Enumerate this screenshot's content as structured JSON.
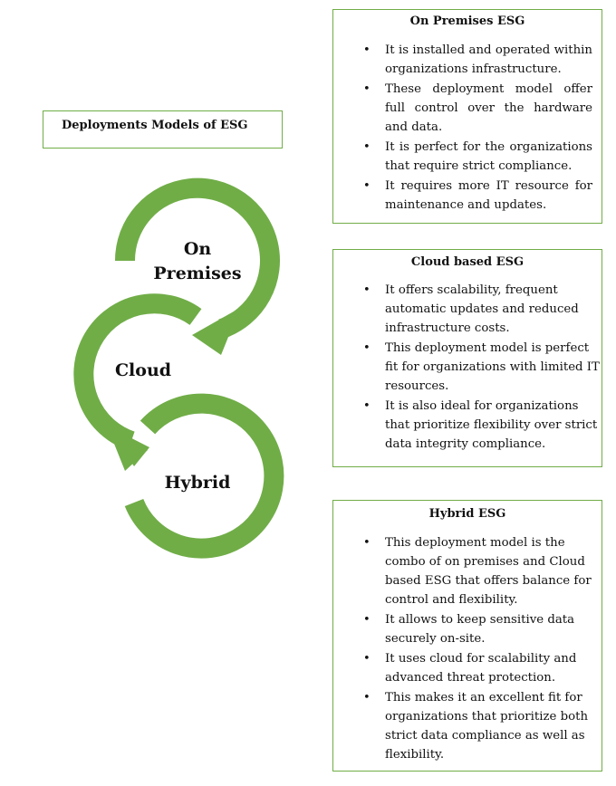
{
  "title": "Deployments Models of ESG",
  "cycle_labels": {
    "on_premises": [
      "On",
      "Premises"
    ],
    "cloud": "Cloud",
    "hybrid": "Hybrid"
  },
  "colors": {
    "accent": "#70ad47"
  },
  "boxes": [
    {
      "heading": "On Premises ESG",
      "bullets": [
        "It is installed and operated within organizations infrastructure.",
        "These deployment model offer full control over the hardware and data.",
        "It is perfect for the organizations that require strict compliance.",
        "It requires more IT resource for maintenance and updates."
      ]
    },
    {
      "heading": "Cloud based ESG",
      "bullets": [
        "It offers scalability, frequent automatic updates and reduced infrastructure costs.",
        "This deployment model is perfect fit for organizations with limited IT resources.",
        "It is also ideal for organizations that prioritize flexibility over strict data integrity compliance."
      ]
    },
    {
      "heading": "Hybrid ESG",
      "bullets": [
        "This deployment model is the combo of on premises and Cloud based ESG that offers balance for control and flexibility.",
        "It allows to keep sensitive data securely on-site.",
        "It uses cloud for scalability and advanced threat protection.",
        "This makes it an excellent fit for organizations that prioritize both strict data compliance as well as flexibility."
      ]
    }
  ],
  "bullet_glyph": "•"
}
